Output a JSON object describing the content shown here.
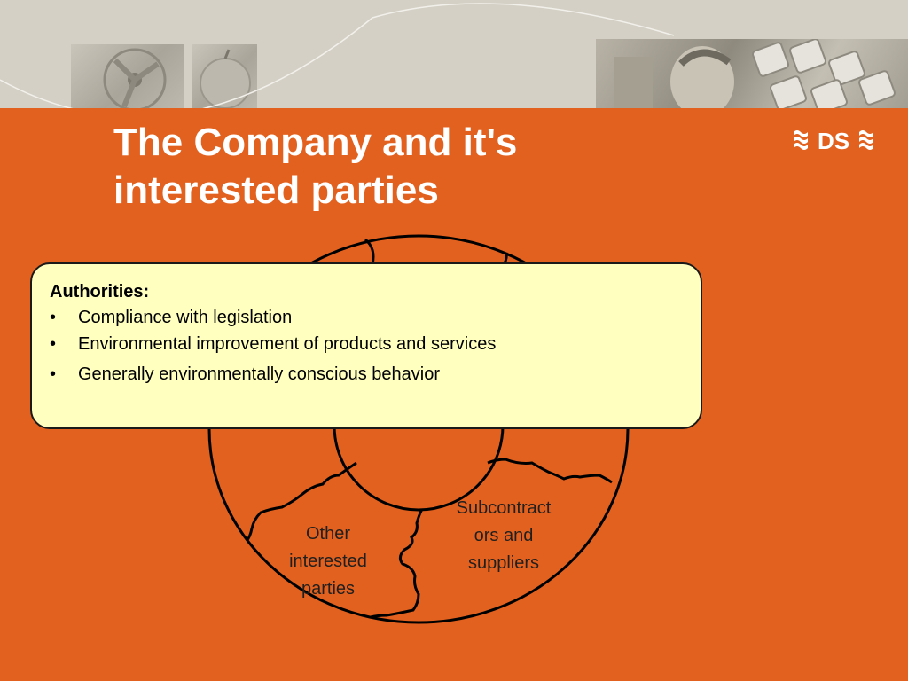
{
  "slide": {
    "title_line1": "The Company and it's",
    "title_line2": "interested parties",
    "logo_text": "DS"
  },
  "diagram": {
    "segments": [
      {
        "label": "Other interested parties"
      },
      {
        "label": "Subcontractors and suppliers"
      }
    ]
  },
  "label_other": {
    "line1": "Other",
    "line2": "interested",
    "line3": "parties"
  },
  "label_subs": {
    "line1": "Subcontract",
    "line2": "ors and",
    "line3": "suppliers"
  },
  "callout": {
    "heading": "Authorities:",
    "bullet_symbol": "•",
    "items": [
      "Compliance with legislation",
      "Environmental improvement of products and services",
      "Generally environmentally conscious behavior"
    ]
  },
  "colors": {
    "background": "#e3611e",
    "banner": "#d4d0c6",
    "callout_fill": "#ffffc0",
    "outline": "#000000",
    "title": "#ffffff"
  }
}
